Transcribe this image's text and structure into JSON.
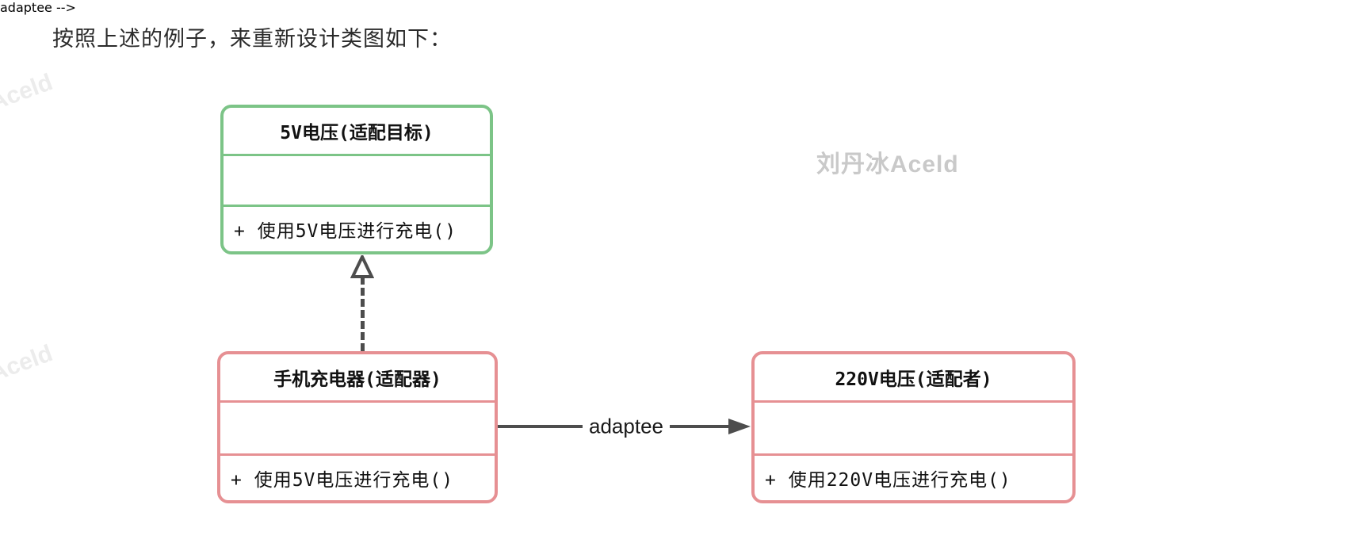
{
  "page": {
    "heading": "按照上述的例子，来重新设计类图如下："
  },
  "watermarks": {
    "corner_text": "Aceld",
    "center_text": "刘丹冰Aceld",
    "corner_color": "#ececec",
    "center_color": "#c9c9c9"
  },
  "diagram": {
    "type": "uml-class-diagram",
    "classes": [
      {
        "id": "target",
        "title": "5V电压(适配目标)",
        "attributes": "",
        "method": "+ 使用5V电压进行充电()",
        "border_color": "#7cc487",
        "role": "adaptation target"
      },
      {
        "id": "adapter",
        "title": "手机充电器(适配器)",
        "attributes": "",
        "method": "+ 使用5V电压进行充电()",
        "border_color": "#e69093",
        "role": "adapter"
      },
      {
        "id": "adaptee",
        "title": "220V电压(适配者)",
        "attributes": "",
        "method": "+ 使用220V电压进行充电()",
        "border_color": "#e69093",
        "role": "adaptee"
      }
    ],
    "connectors": {
      "realization": {
        "style": "dashed",
        "arrowhead": "hollow-triangle",
        "from": "adapter",
        "to": "target",
        "color": "#4d4d4d"
      },
      "association": {
        "style": "solid",
        "arrowhead": "filled-arrow",
        "from": "adapter",
        "to": "adaptee",
        "label": "adaptee",
        "color": "#4d4d4d"
      }
    }
  }
}
